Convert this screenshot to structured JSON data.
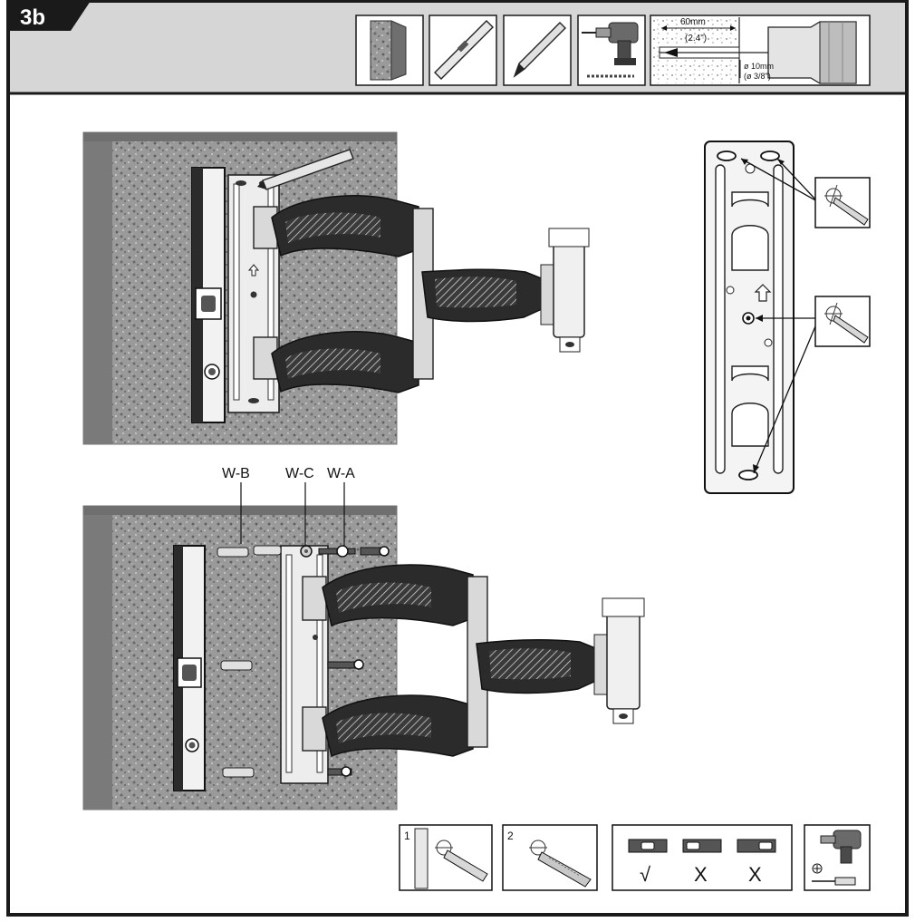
{
  "step": {
    "label": "3b"
  },
  "header": {
    "drill_spec": {
      "depth_mm": "60mm",
      "depth_in": "(2.4\")",
      "diameter_mm": "ø 10mm",
      "diameter_in": "(ø 3/8\")"
    },
    "tool_icons": [
      "wall-icon",
      "level-icon",
      "pencil-icon",
      "drill-icon",
      "drill-depth-diagram"
    ]
  },
  "callouts": {
    "anchor": "W-B",
    "washer": "W-C",
    "screw": "W-A"
  },
  "footer_steps": {
    "mark_number": "1",
    "drill_number": "2",
    "level_ok": "√",
    "level_bad_1": "X",
    "level_bad_2": "X"
  },
  "colors": {
    "banner": "#d6d6d6",
    "frame": "#1a1a1a",
    "wall_face": "#8d8d8d",
    "wall_side": "#6f6f6f",
    "arm_dark": "#2b2b2b"
  }
}
